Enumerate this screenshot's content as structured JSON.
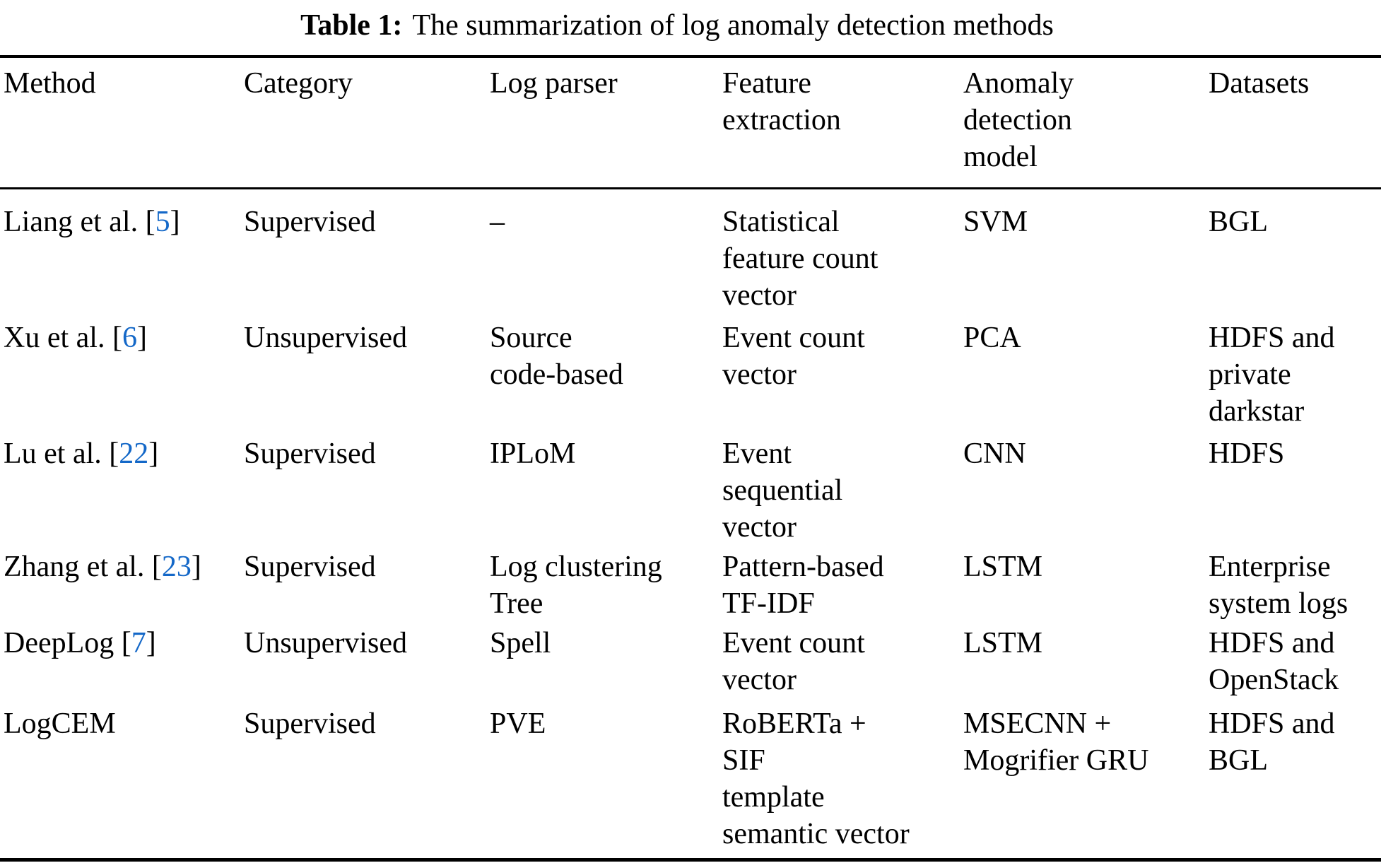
{
  "page": {
    "background": "#ffffff",
    "text_color": "#000000",
    "citation_color": "#1468c8"
  },
  "caption": {
    "label": "Table 1:",
    "text": "The summarization of log anomaly detection methods"
  },
  "table": {
    "headers": {
      "method": [
        "Method"
      ],
      "category": [
        "Category"
      ],
      "log_parser": [
        "Log parser"
      ],
      "feature_extraction": [
        "Feature",
        "extraction"
      ],
      "anomaly_detection_model": [
        "Anomaly",
        "detection",
        "model"
      ],
      "datasets": [
        "Datasets"
      ]
    },
    "rows": [
      {
        "method": {
          "pre": "Liang et al. [",
          "cite": "5",
          "post": "]"
        },
        "category": [
          "Supervised"
        ],
        "log_parser": [
          "–"
        ],
        "feature_extraction": [
          "Statistical",
          "feature count",
          "vector"
        ],
        "anomaly_detection_model": [
          "SVM"
        ],
        "datasets": [
          "BGL"
        ]
      },
      {
        "method": {
          "pre": "Xu et al. [",
          "cite": "6",
          "post": "]"
        },
        "category": [
          "Unsupervised"
        ],
        "log_parser": [
          "Source",
          "code-based"
        ],
        "feature_extraction": [
          "Event count",
          "vector"
        ],
        "anomaly_detection_model": [
          "PCA"
        ],
        "datasets": [
          "HDFS and",
          "private",
          "darkstar"
        ]
      },
      {
        "method": {
          "pre": "Lu et al. [",
          "cite": "22",
          "post": "]"
        },
        "category": [
          "Supervised"
        ],
        "log_parser": [
          "IPLoM"
        ],
        "feature_extraction": [
          "Event",
          "sequential",
          "vector"
        ],
        "anomaly_detection_model": [
          "CNN"
        ],
        "datasets": [
          "HDFS"
        ]
      },
      {
        "method": {
          "pre": "Zhang et al. [",
          "cite": "23",
          "post": "]"
        },
        "category": [
          "Supervised"
        ],
        "log_parser": [
          "Log clustering",
          "Tree"
        ],
        "feature_extraction": [
          "Pattern-based",
          "TF-IDF"
        ],
        "anomaly_detection_model": [
          "LSTM"
        ],
        "datasets": [
          "Enterprise",
          "system logs"
        ]
      },
      {
        "method": {
          "pre": "DeepLog [",
          "cite": "7",
          "post": "]"
        },
        "category": [
          "Unsupervised"
        ],
        "log_parser": [
          "Spell"
        ],
        "feature_extraction": [
          "Event count",
          "vector"
        ],
        "anomaly_detection_model": [
          "LSTM"
        ],
        "datasets": [
          "HDFS and",
          "OpenStack"
        ]
      },
      {
        "method": {
          "pre": "LogCEM",
          "cite": "",
          "post": ""
        },
        "category": [
          "Supervised"
        ],
        "log_parser": [
          "PVE"
        ],
        "feature_extraction": [
          "RoBERTa +",
          "SIF",
          "template",
          "semantic vector"
        ],
        "anomaly_detection_model": [
          "MSECNN +",
          "Mogrifier GRU"
        ],
        "datasets": [
          "HDFS and",
          "BGL"
        ]
      }
    ]
  }
}
